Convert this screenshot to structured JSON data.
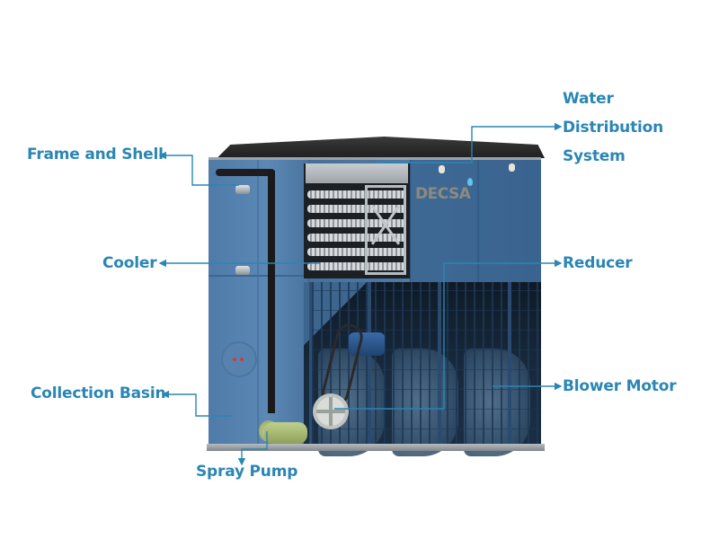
{
  "diagram": {
    "subject": "Evaporative cooler cutaway",
    "brand_logo": "DECSA",
    "label_color": "#2a86b4",
    "labels": {
      "water_distribution": [
        "Water",
        "Distribution",
        "System"
      ],
      "frame_and_shell": "Frame and Shell",
      "cooler": "Cooler",
      "reducer": "Reducer",
      "collection_basin": "Collection Basin",
      "blower_motor": "Blower Motor",
      "spray_pump": "Spray Pump"
    }
  }
}
